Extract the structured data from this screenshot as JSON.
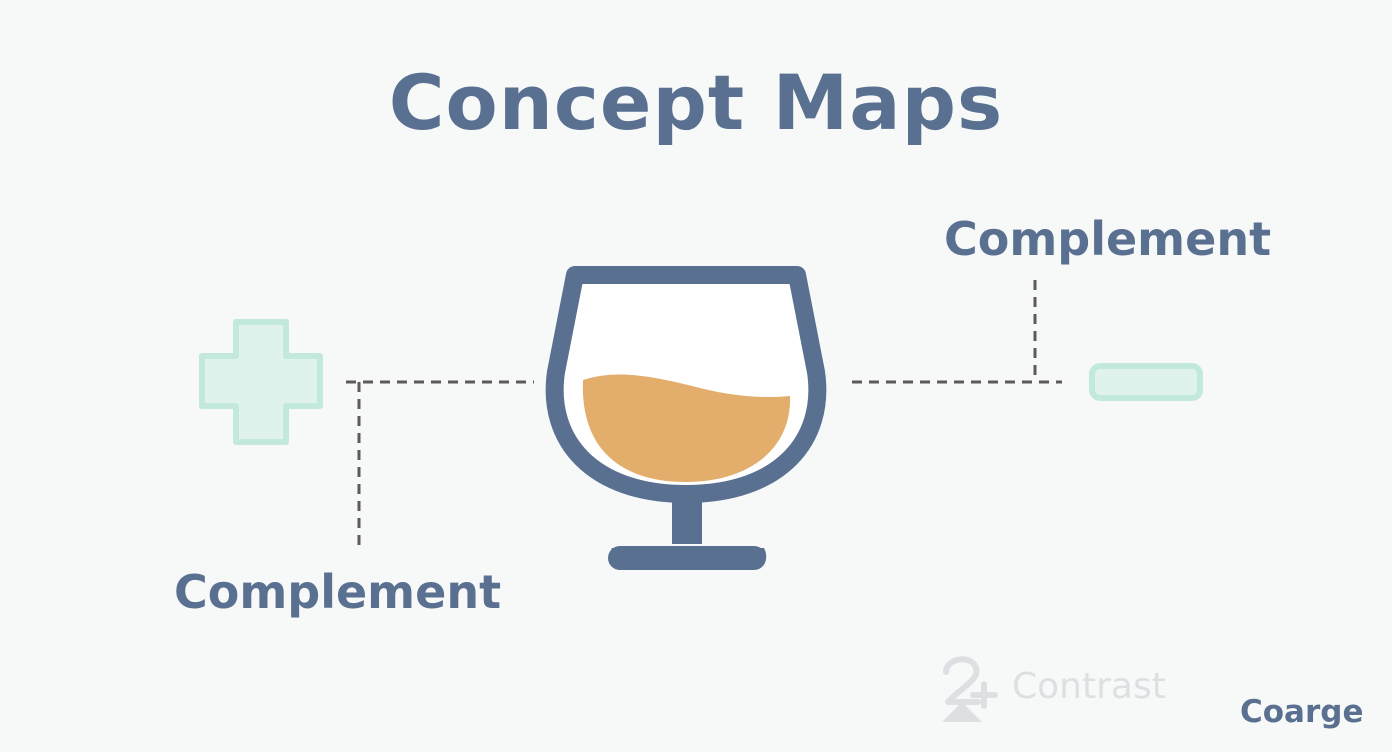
{
  "title": "Concept Maps",
  "nodes": {
    "top_right_label": "Complement",
    "bottom_left_label": "Complement"
  },
  "watermark": {
    "text": "Contrast",
    "icon": "person-plus-icon"
  },
  "brand": "Coarge",
  "icons": {
    "center": "wine-glass-icon",
    "left": "plus-icon",
    "right": "minus-icon"
  },
  "colors": {
    "primary": "#5a7091",
    "liquid": "#e3ae6c",
    "mint": "#dff3ec",
    "mint_border": "#b6e2d4",
    "connector": "#5e5a5a",
    "background": "#f7f8f8"
  }
}
